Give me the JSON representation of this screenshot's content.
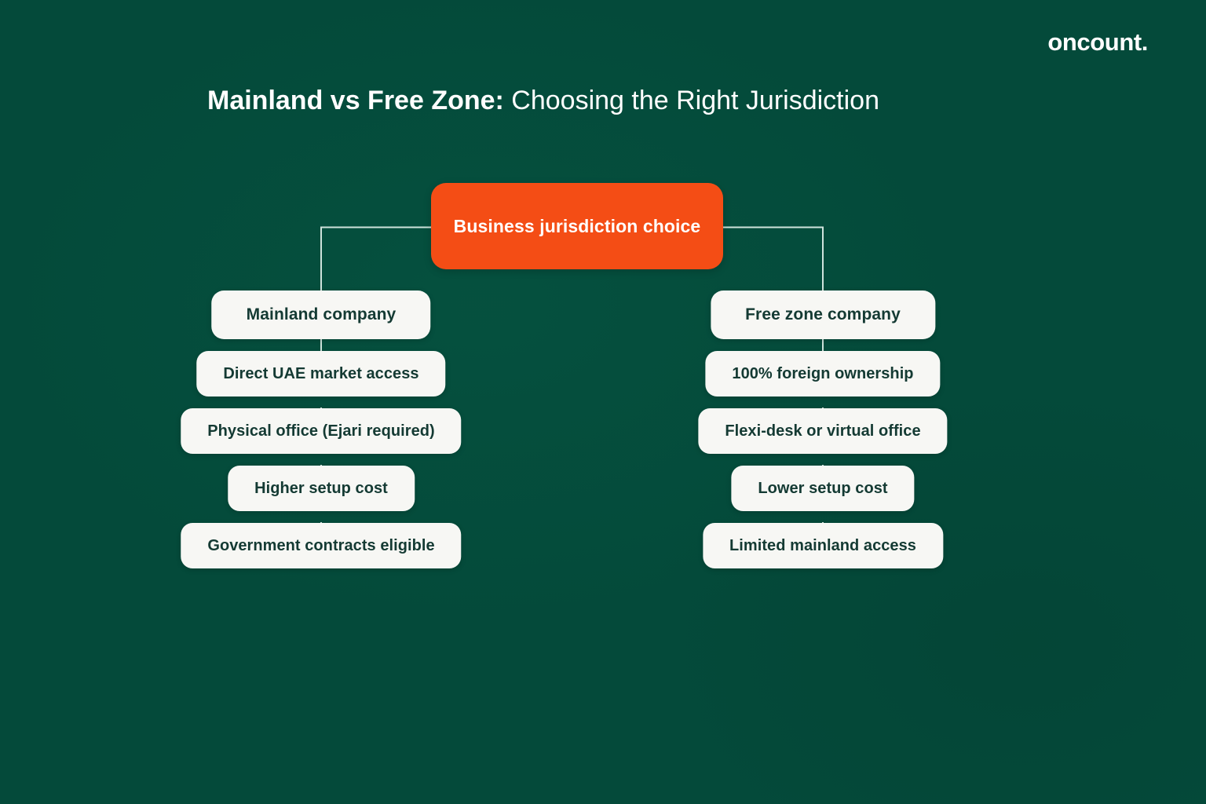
{
  "brand": {
    "name": "oncount."
  },
  "title": {
    "strong": "Mainland vs Free Zone:",
    "light": " Choosing the Right Jurisdiction"
  },
  "colors": {
    "background": "#044a3a",
    "accent_orange": "#f44d15",
    "card_background": "#f7f7f4",
    "card_text": "#143a33",
    "connector": "#cfe3dc",
    "title_text": "#ffffff"
  },
  "diagram": {
    "type": "tree",
    "root": {
      "label": "Business jurisdiction choice"
    },
    "branches": [
      {
        "id": "mainland",
        "head": "Mainland company",
        "items": [
          "Direct UAE market access",
          "Physical office (Ejari required)",
          "Higher setup cost",
          "Government contracts eligible"
        ]
      },
      {
        "id": "free-zone",
        "head": "Free zone company",
        "items": [
          "100% foreign ownership",
          "Flexi-desk or virtual office",
          "Lower setup cost",
          "Limited mainland access"
        ]
      }
    ]
  }
}
